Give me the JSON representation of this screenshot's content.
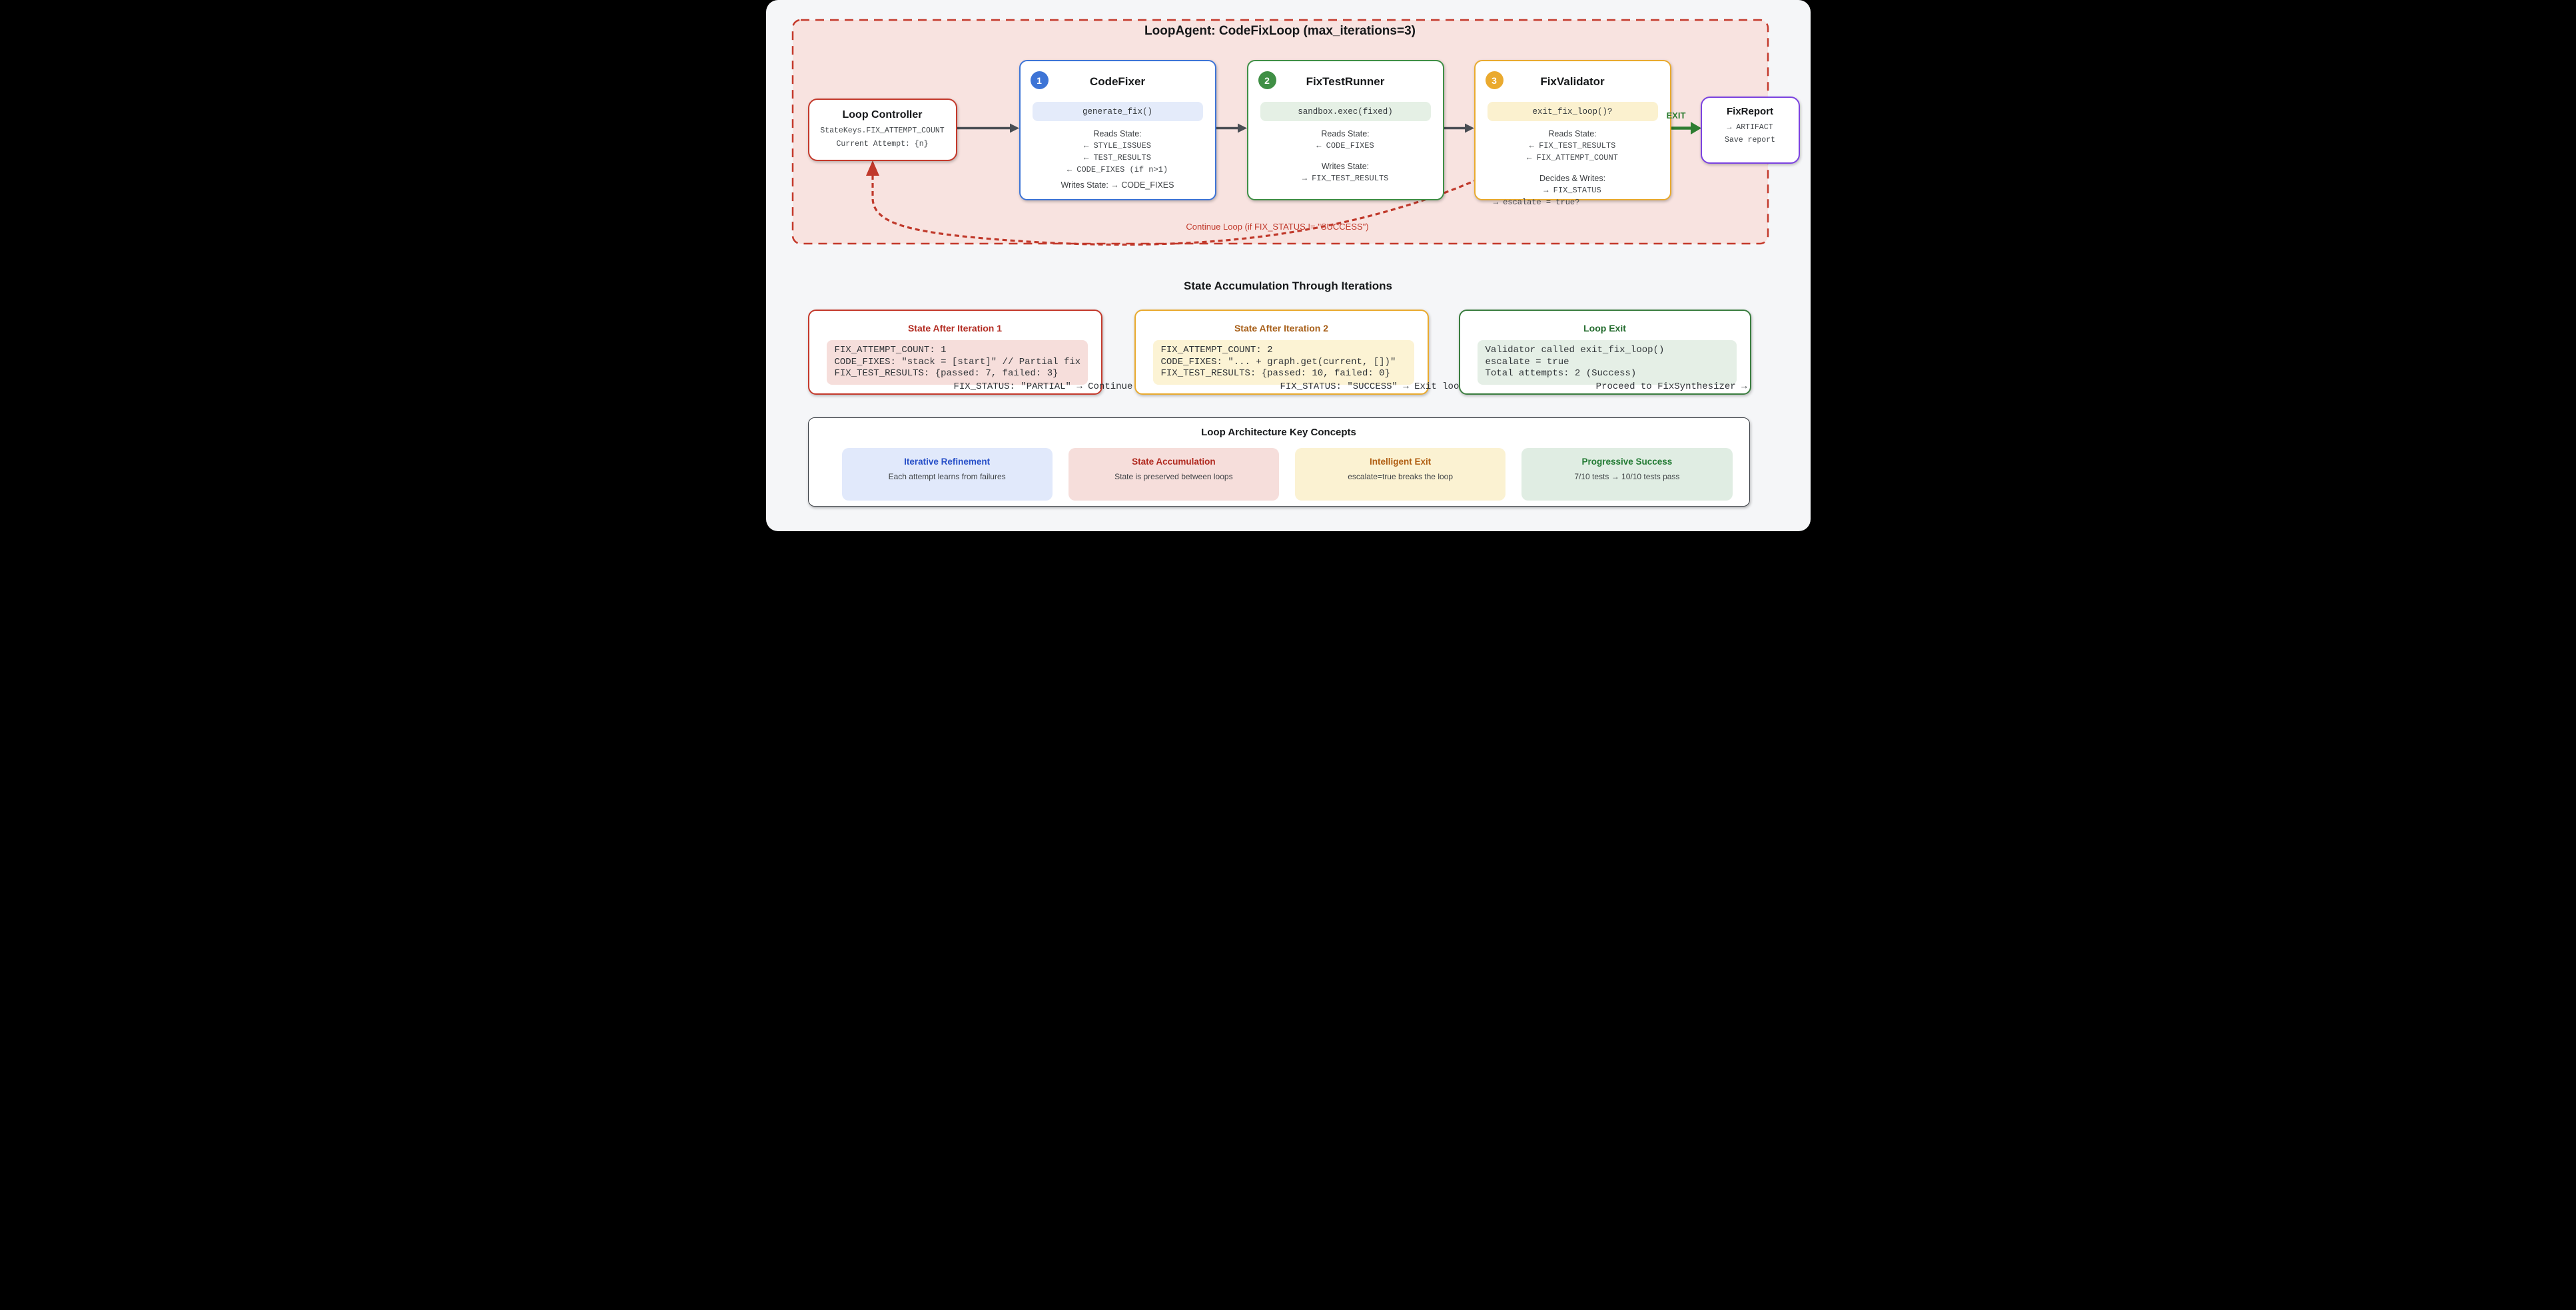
{
  "header": {
    "title": "LoopAgent: CodeFixLoop (max_iterations=3)"
  },
  "loop_controller": {
    "title": "Loop Controller",
    "line1": "StateKeys.FIX_ATTEMPT_COUNT",
    "line2": "Current Attempt: {n}"
  },
  "agents": [
    {
      "number": "1",
      "title": "CodeFixer",
      "pill": "generate_fix()",
      "reads_label": "Reads State:",
      "reads": [
        "← STYLE_ISSUES",
        "← TEST_RESULTS",
        "← CODE_FIXES (if n>1)"
      ],
      "writes_line": "Writes State: → CODE_FIXES"
    },
    {
      "number": "2",
      "title": "FixTestRunner",
      "pill": "sandbox.exec(fixed)",
      "reads_label": "Reads State:",
      "reads": [
        "← CODE_FIXES"
      ],
      "writes_label": "Writes State:",
      "writes": [
        "→ FIX_TEST_RESULTS"
      ]
    },
    {
      "number": "3",
      "title": "FixValidator",
      "pill": "exit_fix_loop()?",
      "reads_label": "Reads State:",
      "reads": [
        "← FIX_TEST_RESULTS",
        "← FIX_ATTEMPT_COUNT"
      ],
      "writes_label": "Decides & Writes:",
      "writes": [
        "→ FIX_STATUS",
        "→ escalate = true?"
      ]
    }
  ],
  "exit_label": "EXIT",
  "fix_report": {
    "title": "FixReport",
    "line1": "→ ARTIFACT",
    "line2": "Save report"
  },
  "continue_label": "Continue Loop (if FIX_STATUS != \"SUCCESS\")",
  "state_section": {
    "title": "State Accumulation Through Iterations",
    "cards": [
      {
        "title": "State After Iteration 1",
        "code": "FIX_ATTEMPT_COUNT: 1\nCODE_FIXES: \"stack = [start]\" // Partial fix\nFIX_TEST_RESULTS: {passed: 7, failed: 3}",
        "overflow": "FIX_STATUS: \"PARTIAL\" → Continue loop"
      },
      {
        "title": "State After Iteration 2",
        "code": "FIX_ATTEMPT_COUNT: 2\nCODE_FIXES: \"... + graph.get(current, [])\"\nFIX_TEST_RESULTS: {passed: 10, failed: 0}",
        "overflow": "FIX_STATUS: \"SUCCESS\" → Exit loop"
      },
      {
        "title": "Loop Exit",
        "code": "Validator called exit_fix_loop()\nescalate = true\nTotal attempts: 2 (Success)",
        "overflow": "Proceed to FixSynthesizer →"
      }
    ]
  },
  "concepts": {
    "title": "Loop Architecture Key Concepts",
    "cards": [
      {
        "title": "Iterative Refinement",
        "desc": "Each attempt learns from failures"
      },
      {
        "title": "State Accumulation",
        "desc": "State is preserved between loops"
      },
      {
        "title": "Intelligent Exit",
        "desc": "escalate=true breaks the loop"
      },
      {
        "title": "Progressive Success",
        "desc": "7/10 tests → 10/10 tests pass"
      }
    ]
  },
  "colors": {
    "loop_container_bg": "#f8e3e0",
    "loop_container_border": "#c4392b",
    "agent_blue": "#3d74d6",
    "agent_green": "#3f8f45",
    "agent_amber": "#e9aa2e",
    "report_purple": "#7b42e0",
    "exit_green": "#2e7d32",
    "continue_red": "#c0392b",
    "arrow_gray": "#4a4e54"
  }
}
